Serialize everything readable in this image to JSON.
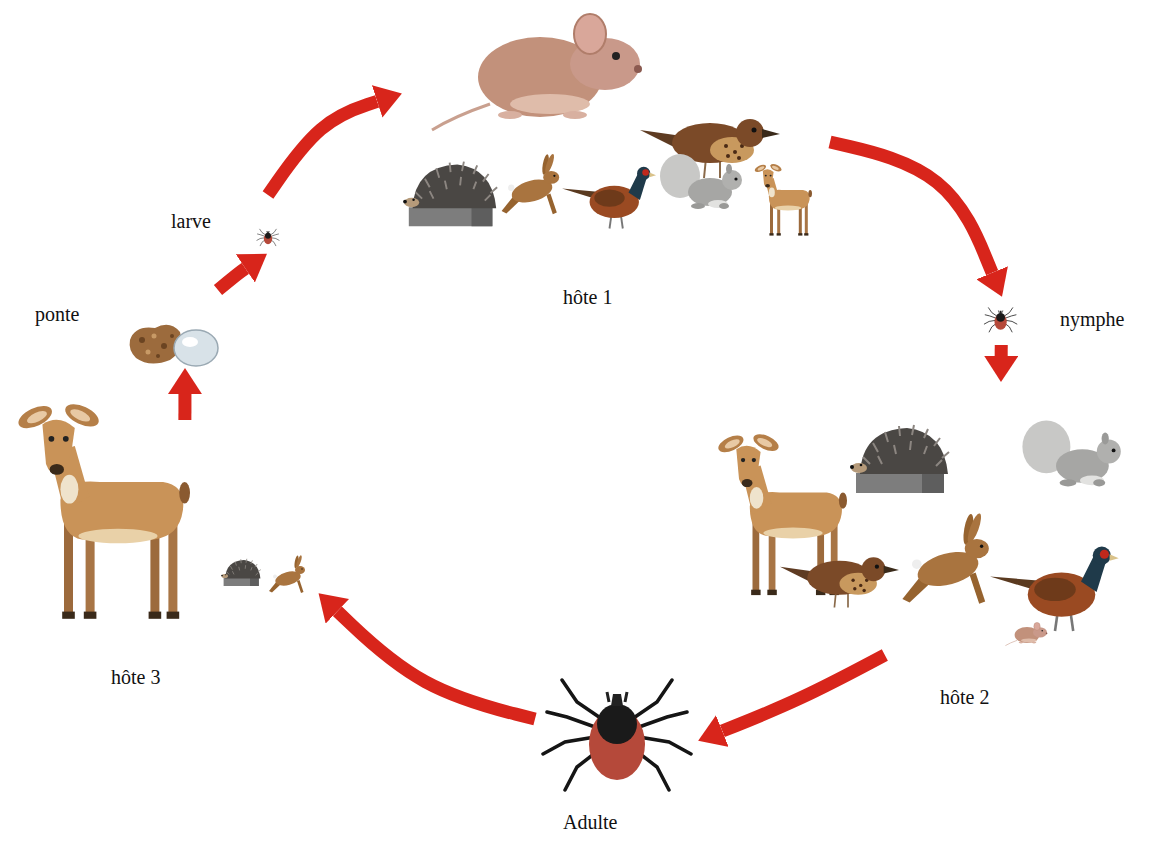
{
  "diagram": {
    "nodes": [
      {
        "text": [
          "ponte"
        ]
      },
      {
        "text": [
          "larve"
        ]
      },
      {
        "text": [
          "hôte 1"
        ]
      },
      {
        "text": [
          "nymphe"
        ]
      },
      {
        "text": [
          "hôte 2"
        ]
      },
      {
        "text": [
          "Adulte"
        ]
      },
      {
        "text": [
          "hôte 3"
        ]
      }
    ],
    "edges": [
      {
        "from": 0,
        "to": 1,
        "arrow": "to"
      },
      {
        "from": 1,
        "to": 2,
        "arrow": "to"
      },
      {
        "from": 2,
        "to": 3,
        "arrow": "to"
      },
      {
        "from": 3,
        "to": 4,
        "arrow": "to"
      },
      {
        "from": 4,
        "to": 5,
        "arrow": "to"
      },
      {
        "from": 5,
        "to": 6,
        "arrow": "to"
      },
      {
        "from": 6,
        "to": 0,
        "arrow": "to"
      }
    ]
  }
}
